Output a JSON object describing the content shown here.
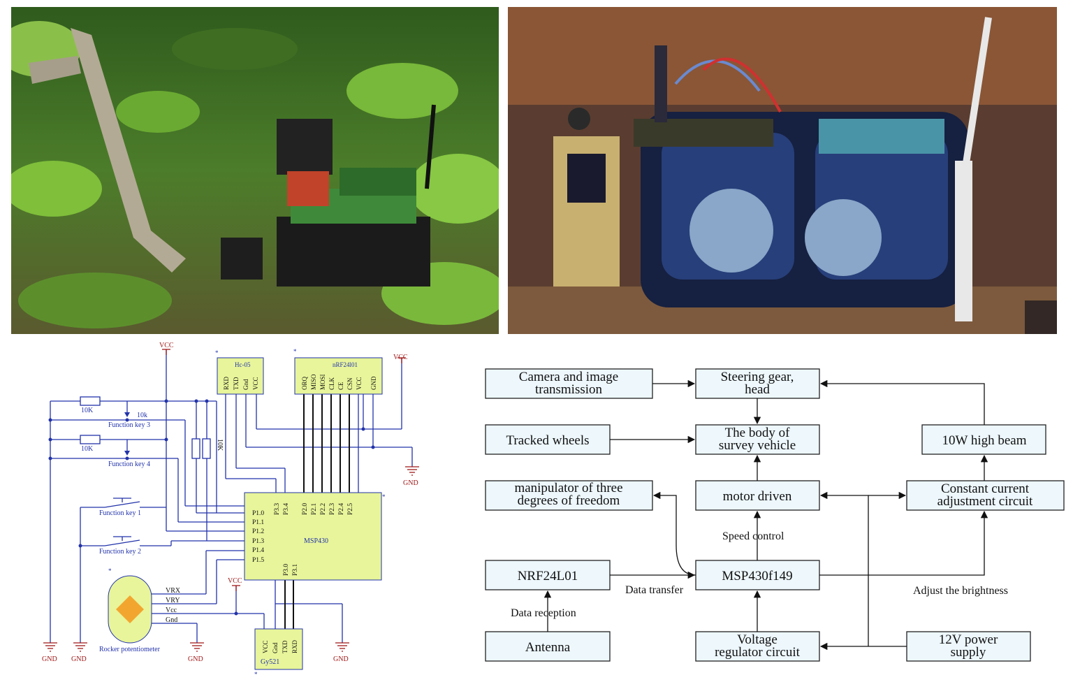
{
  "schematic": {
    "vcc_labels": [
      "VCC",
      "VCC",
      "VCC"
    ],
    "gnd_labels": [
      "GND",
      "GND",
      "GND",
      "GND",
      "GND"
    ],
    "hc05": {
      "title": "Hc-05",
      "pins": [
        "RXD",
        "TXD",
        "Gnd",
        "VCC"
      ]
    },
    "nrf": {
      "title": "nRF24l01",
      "pins": [
        "ORQ",
        "MISO",
        "MOSI",
        "CLK",
        "CE",
        "CSN",
        "VCC",
        "GND"
      ]
    },
    "mcu": {
      "title": "MSP430",
      "left_pins": [
        "P1.0",
        "P1.1",
        "P1.2",
        "P1.3",
        "P1.4",
        "P1.5"
      ],
      "top_pins_a": [
        "P3.3",
        "P3.4"
      ],
      "top_pins_b": [
        "P2.0",
        "P2.1",
        "P2.2",
        "P2.3",
        "P2.4",
        "P2.5"
      ],
      "bottom_pins": [
        "P3.0",
        "P3.1"
      ]
    },
    "gy521": {
      "title": "Gy521",
      "pins": [
        "VCC",
        "Gnd",
        "TXD",
        "RXD"
      ]
    },
    "resistor1": "10K",
    "resistor2": "10K",
    "pot_label": "10k",
    "resistor_10k_vertical": "10K",
    "function_key_3": "Function key 3",
    "function_key_4": "Function key 4",
    "function_key_1": "Function key 1",
    "function_key_2": "Function key 2",
    "rocker": {
      "label": "Rocker potentiometer",
      "pins": [
        "VRX",
        "VRY",
        "Vcc",
        "Gnd"
      ]
    },
    "star": "*"
  },
  "block_diagram": {
    "boxes": {
      "camera": "Camera and image transmission",
      "steering": "Steering gear, head",
      "tracked": "Tracked wheels",
      "body": "The body of survey vehicle",
      "beam": "10W high beam",
      "manipulator": "manipulator of three degrees of freedom",
      "motor": "motor driven",
      "constant": "Constant current adjustment circuit",
      "nrf": "NRF24L01",
      "msp": "MSP430f149",
      "antenna": "Antenna",
      "voltage": "Voltage regulator circuit",
      "power": "12V power supply"
    },
    "labels": {
      "speed": "Speed control",
      "data_transfer": "Data transfer",
      "data_reception": "Data reception",
      "brightness": "Adjust the brightness"
    }
  },
  "colors": {
    "wire": "#2233aa",
    "chip_fill": "#e8f59a",
    "power_red": "#a01818",
    "box_fill": "#edf7fc"
  }
}
